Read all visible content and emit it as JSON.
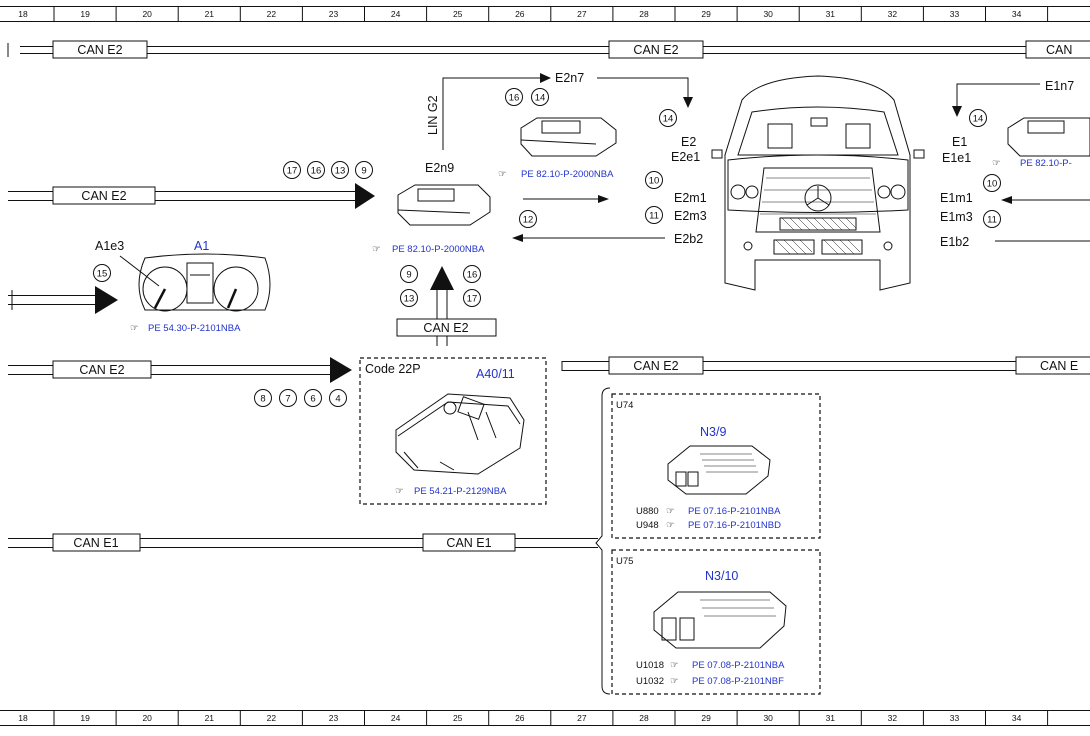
{
  "ruler": {
    "numbers": [
      "18",
      "19",
      "20",
      "21",
      "22",
      "23",
      "24",
      "25",
      "26",
      "27",
      "28",
      "29",
      "30",
      "31",
      "32",
      "33",
      "34"
    ]
  },
  "bus_labels": {
    "can_e2_top_left": "CAN E2",
    "can_e2_top_mid": "CAN E2",
    "can_e2_top_right": "CAN",
    "can_e2_left_mid": "CAN E2",
    "can_e2_vertical": "CAN E2",
    "can_e2_lower_left": "CAN E2",
    "can_e2_lower_mid": "CAN E2",
    "can_e2_lower_right": "CAN E",
    "can_e1_left": "CAN E1",
    "can_e1_mid": "CAN E1"
  },
  "lin_label": "LIN G2",
  "components": {
    "a1": {
      "id": "A1",
      "pin": "A1e3",
      "ref": "PE 54.30-P-2101NBA"
    },
    "e2n9": {
      "id": "E2n9",
      "ref": "PE 82.10-P-2000NBA"
    },
    "e2n7": {
      "id": "E2n7",
      "ref": "PE 82.10-P-2000NBA"
    },
    "e1n7": {
      "id": "E1n7",
      "ref": "PE 82.10-P-"
    },
    "a40": {
      "id": "A40/11",
      "code": "Code 22P",
      "ref": "PE 54.21-P-2129NBA"
    },
    "n3_9": {
      "id": "N3/9",
      "group": "U74",
      "refs": [
        {
          "code": "U880",
          "ref": "PE 07.16-P-2101NBA"
        },
        {
          "code": "U948",
          "ref": "PE 07.16-P-2101NBD"
        }
      ]
    },
    "n3_10": {
      "id": "N3/10",
      "group": "U75",
      "refs": [
        {
          "code": "U1018",
          "ref": "PE 07.08-P-2101NBA"
        },
        {
          "code": "U1032",
          "ref": "PE 07.08-P-2101NBF"
        }
      ]
    }
  },
  "vehicle_labels": {
    "e2": "E2",
    "e2e1": "E2e1",
    "e2m1": "E2m1",
    "e2m3": "E2m3",
    "e2b2": "E2b2",
    "e1": "E1",
    "e1e1": "E1e1",
    "e1m1": "E1m1",
    "e1m3": "E1m3",
    "e1b2": "E1b2"
  },
  "circled_numbers": {
    "c17": "17",
    "c16a": "16",
    "c13a": "13",
    "c9a": "9",
    "c16b": "16",
    "c14a": "14",
    "c14b": "14",
    "c14c": "14",
    "c10a": "10",
    "c11a": "11",
    "c12": "12",
    "c10b": "10",
    "c11b": "11",
    "c15": "15",
    "c9b": "9",
    "c16c": "16",
    "c13b": "13",
    "c17b": "17",
    "c8": "8",
    "c7": "7",
    "c6": "6",
    "c4": "4"
  },
  "ref_icon": "☞"
}
